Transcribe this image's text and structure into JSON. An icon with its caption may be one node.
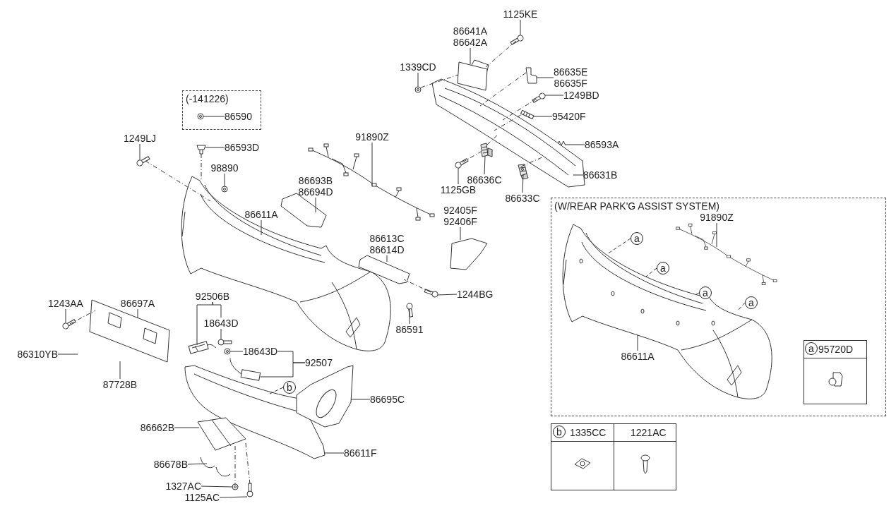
{
  "diagram": {
    "nodes": [
      {
        "text": [
          "(-141226)"
        ]
      },
      {
        "text": [
          "86590"
        ],
        "in": 0
      },
      {
        "text": [
          "86593D"
        ]
      },
      {
        "text": [
          "98890"
        ]
      },
      {
        "text": [
          "1249LJ"
        ]
      },
      {
        "text": [
          "86611A"
        ]
      },
      {
        "text": [
          "86693B",
          "86694D"
        ]
      },
      {
        "text": [
          "91890Z"
        ]
      },
      {
        "text": [
          "92405F",
          "92406F"
        ]
      },
      {
        "text": [
          "86613C",
          "86614D"
        ]
      },
      {
        "text": [
          "1244BG"
        ]
      },
      {
        "text": [
          "86591"
        ]
      },
      {
        "text": [
          "1243AA"
        ]
      },
      {
        "text": [
          "86697A"
        ]
      },
      {
        "text": [
          "86310YB"
        ]
      },
      {
        "text": [
          "87728B"
        ]
      },
      {
        "text": [
          "92506B"
        ]
      },
      {
        "text": [
          "18643D"
        ]
      },
      {
        "text": [
          "18643D"
        ]
      },
      {
        "text": [
          "92507"
        ]
      },
      {
        "text": [
          "b"
        ]
      },
      {
        "text": [
          "86695C"
        ]
      },
      {
        "text": [
          "86662B"
        ]
      },
      {
        "text": [
          "86611F"
        ]
      },
      {
        "text": [
          "86678B"
        ]
      },
      {
        "text": [
          "1327AC"
        ]
      },
      {
        "text": [
          "1125AC"
        ]
      },
      {
        "text": [
          "1125KE"
        ]
      },
      {
        "text": [
          "86641A",
          "86642A"
        ]
      },
      {
        "text": [
          "1339CD"
        ]
      },
      {
        "text": [
          "86635E",
          "86635F"
        ]
      },
      {
        "text": [
          "1249BD"
        ]
      },
      {
        "text": [
          "95420F"
        ]
      },
      {
        "text": [
          "86593A"
        ]
      },
      {
        "text": [
          "86631B"
        ]
      },
      {
        "text": [
          "1125GB"
        ]
      },
      {
        "text": [
          "86636C"
        ]
      },
      {
        "text": [
          "86633C"
        ]
      },
      {
        "text": [
          "(W/REAR PARK'G ASSIST SYSTEM)"
        ]
      },
      {
        "text": [
          "91890Z"
        ],
        "in": 38
      },
      {
        "text": [
          "a"
        ],
        "in": 38
      },
      {
        "text": [
          "a"
        ],
        "in": 38
      },
      {
        "text": [
          "a"
        ],
        "in": 38
      },
      {
        "text": [
          "a"
        ],
        "in": 38
      },
      {
        "text": [
          "86611A"
        ],
        "in": 38
      },
      {
        "text": [
          "95720D"
        ],
        "in": 38
      },
      {
        "text": [
          "a"
        ],
        "in": 45
      },
      {
        "text": [
          "1335CC",
          "1221AC"
        ]
      },
      {
        "text": [
          "b"
        ],
        "in": 47
      },
      {
        "text": [],
        "shape": "picture",
        "in": 0
      },
      {
        "text": [],
        "shape": "picture"
      },
      {
        "text": [],
        "shape": "picture"
      },
      {
        "text": [],
        "shape": "picture"
      },
      {
        "text": [],
        "shape": "picture"
      },
      {
        "text": [],
        "shape": "picture"
      },
      {
        "text": [],
        "shape": "picture"
      },
      {
        "text": [],
        "shape": "picture"
      },
      {
        "text": [],
        "shape": "picture"
      },
      {
        "text": [],
        "shape": "picture"
      },
      {
        "text": [],
        "shape": "picture"
      },
      {
        "text": [],
        "shape": "picture"
      },
      {
        "text": [],
        "shape": "picture"
      },
      {
        "text": [],
        "shape": "picture"
      },
      {
        "text": [],
        "shape": "picture"
      },
      {
        "text": [],
        "shape": "picture"
      },
      {
        "text": [],
        "shape": "picture"
      },
      {
        "text": [],
        "shape": "picture"
      },
      {
        "text": [],
        "shape": "picture"
      },
      {
        "text": [],
        "shape": "picture"
      },
      {
        "text": [],
        "shape": "picture"
      },
      {
        "text": [],
        "shape": "picture"
      },
      {
        "text": [],
        "shape": "picture"
      },
      {
        "text": [],
        "shape": "picture"
      },
      {
        "text": [],
        "shape": "picture"
      },
      {
        "text": [],
        "shape": "picture"
      },
      {
        "text": [],
        "shape": "picture"
      },
      {
        "text": [],
        "shape": "picture"
      },
      {
        "text": [],
        "shape": "picture"
      },
      {
        "text": [],
        "shape": "picture"
      },
      {
        "text": [],
        "shape": "picture"
      },
      {
        "text": [],
        "shape": "picture"
      },
      {
        "text": [],
        "shape": "picture"
      },
      {
        "text": [],
        "shape": "picture"
      },
      {
        "text": [],
        "shape": "picture",
        "in": 38
      },
      {
        "text": [],
        "shape": "picture",
        "in": 38
      }
    ],
    "edges": [
      {
        "from": 1,
        "to": 49,
        "arrow": "none"
      },
      {
        "from": 2,
        "to": 50,
        "arrow": "none"
      },
      {
        "from": 3,
        "to": 51,
        "arrow": "none"
      },
      {
        "from": 4,
        "to": 52,
        "arrow": "none"
      },
      {
        "from": 5,
        "to": 53,
        "arrow": "none"
      },
      {
        "from": 6,
        "to": 54,
        "arrow": "none"
      },
      {
        "from": 7,
        "to": 55,
        "arrow": "none"
      },
      {
        "from": 8,
        "to": 56,
        "arrow": "none"
      },
      {
        "from": 9,
        "to": 57,
        "arrow": "none"
      },
      {
        "from": 10,
        "to": 58,
        "arrow": "none"
      },
      {
        "from": 11,
        "to": 59,
        "arrow": "none"
      },
      {
        "from": 12,
        "to": 60,
        "arrow": "none"
      },
      {
        "from": 13,
        "to": 61,
        "arrow": "none"
      },
      {
        "from": 14,
        "to": null,
        "arrow": "none"
      },
      {
        "from": 15,
        "to": null,
        "arrow": "none"
      },
      {
        "from": 16,
        "to": 62,
        "arrow": "none"
      },
      {
        "from": 16,
        "to": 17,
        "arrow": "none"
      },
      {
        "from": 17,
        "to": 63,
        "arrow": "none"
      },
      {
        "from": 18,
        "to": 64,
        "arrow": "none"
      },
      {
        "from": 19,
        "to": 18,
        "arrow": "none"
      },
      {
        "from": 19,
        "to": 65,
        "arrow": "none"
      },
      {
        "from": 20,
        "to": 66,
        "arrow": "none",
        "style": "dashed"
      },
      {
        "from": 21,
        "to": 67,
        "arrow": "none"
      },
      {
        "from": 22,
        "to": 68,
        "arrow": "none"
      },
      {
        "from": 23,
        "to": 66,
        "arrow": "none"
      },
      {
        "from": 24,
        "to": 69,
        "arrow": "none"
      },
      {
        "from": 25,
        "to": 70,
        "arrow": "none"
      },
      {
        "from": 26,
        "to": 71,
        "arrow": "none"
      },
      {
        "from": 27,
        "to": 72,
        "arrow": "none"
      },
      {
        "from": 28,
        "to": 73,
        "arrow": "none"
      },
      {
        "from": 29,
        "to": 74,
        "arrow": "none"
      },
      {
        "from": 30,
        "to": 75,
        "arrow": "none"
      },
      {
        "from": 31,
        "to": 76,
        "arrow": "none"
      },
      {
        "from": 32,
        "to": 77,
        "arrow": "none"
      },
      {
        "from": 33,
        "to": 78,
        "arrow": "none"
      },
      {
        "from": 34,
        "to": 79,
        "arrow": "none"
      },
      {
        "from": 35,
        "to": 80,
        "arrow": "none"
      },
      {
        "from": 36,
        "to": 81,
        "arrow": "none"
      },
      {
        "from": 37,
        "to": 82,
        "arrow": "none"
      },
      {
        "from": 39,
        "to": 83,
        "arrow": "none"
      },
      {
        "from": 40,
        "to": 84,
        "arrow": "none",
        "style": "dashed"
      },
      {
        "from": 41,
        "to": 84,
        "arrow": "none",
        "style": "dashed"
      },
      {
        "from": 42,
        "to": 84,
        "arrow": "none",
        "style": "dashed"
      },
      {
        "from": 43,
        "to": 84,
        "arrow": "none",
        "style": "dashed"
      },
      {
        "from": 44,
        "to": 84,
        "arrow": "none"
      },
      {
        "from": 50,
        "to": 53,
        "arrow": "none",
        "style": "dashed"
      },
      {
        "from": 52,
        "to": 53,
        "arrow": "none",
        "style": "dashed"
      },
      {
        "from": 58,
        "to": 57,
        "arrow": "none",
        "style": "dashed"
      },
      {
        "from": 60,
        "to": 61,
        "arrow": "none",
        "style": "dashed"
      },
      {
        "from": 72,
        "to": 73,
        "arrow": "none",
        "style": "dashed"
      },
      {
        "from": 74,
        "to": 73,
        "arrow": "none",
        "style": "dashed"
      },
      {
        "from": 75,
        "to": 79,
        "arrow": "none",
        "style": "dashed"
      },
      {
        "from": 76,
        "to": 79,
        "arrow": "none",
        "style": "dashed"
      },
      {
        "from": 77,
        "to": 79,
        "arrow": "none",
        "style": "dashed"
      },
      {
        "from": 80,
        "to": 81,
        "arrow": "none",
        "style": "dashed"
      },
      {
        "from": 82,
        "to": 79,
        "arrow": "none",
        "style": "dashed"
      },
      {
        "from": 68,
        "to": 70,
        "arrow": "none",
        "style": "dashed"
      },
      {
        "from": 68,
        "to": 71,
        "arrow": "none",
        "style": "dashed"
      },
      {
        "from": 81,
        "to": 79,
        "arrow": "none",
        "style": "dashed"
      }
    ]
  }
}
